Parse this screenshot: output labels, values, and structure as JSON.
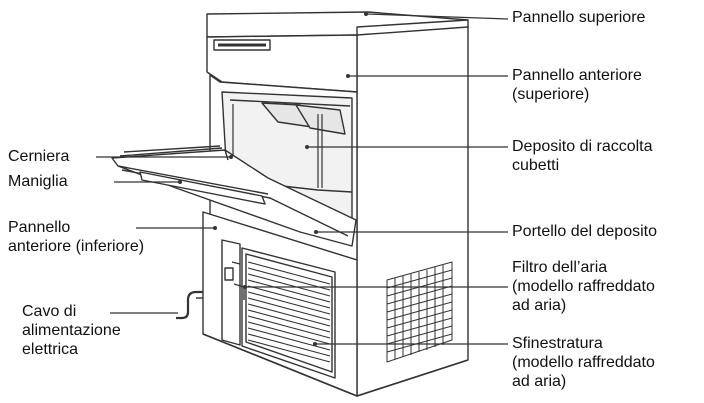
{
  "labels": {
    "top_panel": [
      "Pannello superiore"
    ],
    "front_panel_upper": [
      "Pannello anteriore",
      "(superiore)"
    ],
    "bin": [
      "Deposito di raccolta",
      "cubetti"
    ],
    "bin_door": [
      "Portello del deposito"
    ],
    "air_filter": [
      "Filtro dell’aria",
      "(modello raffreddato",
      "ad aria)"
    ],
    "louver": [
      "Sfinestratura",
      "(modello raffreddato",
      "ad aria)"
    ],
    "hinge": [
      "Cerniera"
    ],
    "handle": [
      "Maniglia"
    ],
    "front_panel_lower": [
      "Pannello",
      "anteriore (inferiore)"
    ],
    "power_cord": [
      "Cavo di",
      "alimentazione",
      "elettrica"
    ]
  },
  "colors": {
    "line": "#333333",
    "machine_fill": "#ffffff",
    "shadow": "#d9d9d9",
    "grille": "#444444"
  }
}
